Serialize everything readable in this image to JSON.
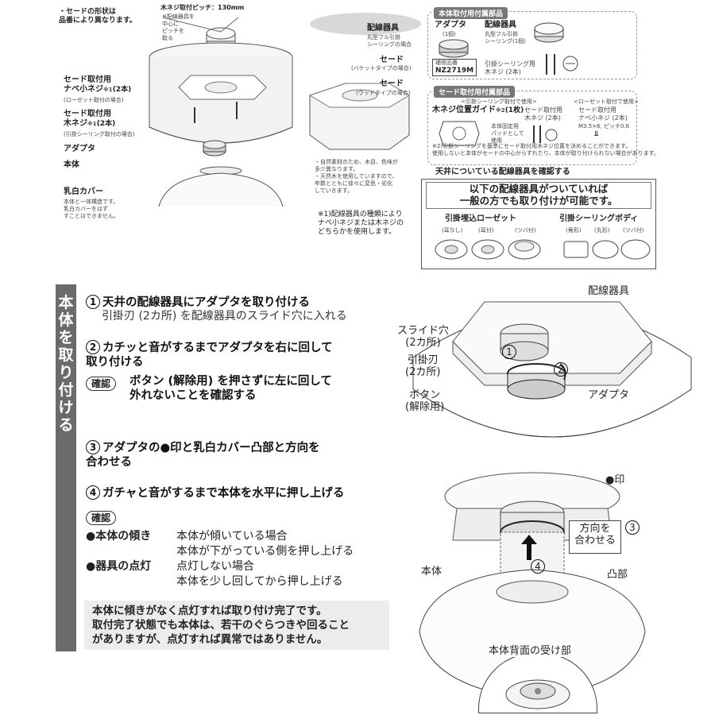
{
  "top_note": "・セードの形状は\n品番により異なります。",
  "pitch": "木ネジ取付ピッチ：130mm",
  "pitch_note": "※配線器具を\n中心に\nピッチを\n取る",
  "left_labels": {
    "shade_nut": "セード取付用\nナベ小ネジ",
    "shade_nut_sup": "※1",
    "shade_nut_qty": "(2本)",
    "shade_nut_note": "(ローゼット取付の場合)",
    "shade_screw": "セード取付用\n木ネジ",
    "shade_screw_sup": "※1",
    "shade_screw_qty": "(2本)",
    "shade_screw_note": "(引掛シーリング取付の場合)",
    "adapter": "アダプタ",
    "body": "本体",
    "cover": "乳白カバー",
    "cover_note": "本体と一体構造です。\n乳白カバーをはず\nすことはできません。"
  },
  "right_labels": {
    "wiring": "配線器具",
    "wiring_note": "丸型フル引掛\nシーリングの場合",
    "shade1": "セード",
    "shade1_note": "(バケットタイプの場合)",
    "shade2": "セード",
    "shade2_note": "(ウッドタイプの場合)",
    "wood_note": "・自然素材のため、木目、色味が\n多少異なります。\n・天然木を使用していますので、\n年数とともに徐々に変色・劣化\nしていきます。",
    "footnote1": "※1)配線器具の種類により\nナベ小ネジまたは木ネジの\nどちらかを使用します。"
  },
  "box_main": {
    "title": "本体取付用付属部品",
    "adapter": "アダプタ",
    "adapter_qty": "(1個)",
    "wiring": "配線器具",
    "wiring_sub": "丸型フル引掛\nシーリング(1個)",
    "spare_label": "補修品番",
    "spare_no": "NZ2719M",
    "screw": "引掛シーリング用\n木ネジ (2本)"
  },
  "box_shade": {
    "title": "セード取付用付属部品",
    "group1": "<引掛シーリング取付で使用>",
    "group2": "<ローゼット取付で使用>",
    "guide": "木ネジ位置ガイド",
    "guide_sup": "※2",
    "guide_qty": "(1枚)",
    "guide_note": "本体固定用\nパッドとして\n使用",
    "wood_screw": "セード取付用\n木ネジ (2本)",
    "nut_screw": "セード取付用\nナベ小ネジ (2本)",
    "nut_spec": "M3.5×6, ピッチ0.6",
    "footnote2": "※2)引掛シーリングを基準にセード取付用木ネジ位置を決めることができます。\n使用しないと本体がセードの中心からずれたり、本体が取り付けられない場合があります。"
  },
  "check_box": {
    "heading": "天井についている配線器具を確認する",
    "headline": "以下の配線器具がついていれば\n一般の方でも取り付けが可能です。",
    "group1": "引掛埋込ローゼット",
    "group1_items": [
      "(耳なし)",
      "(耳付)",
      "(ツバ付)"
    ],
    "group2": "引掛シーリングボディ",
    "group2_items": [
      "(角形)",
      "(丸形)",
      "(ツバ付)"
    ]
  },
  "sidebar_title": "本体を取り付ける",
  "steps": {
    "s1_num": "1",
    "s1": "天井の配線器具にアダプタを取り付ける",
    "s1_sub": "引掛刃 (2カ所) を配線器具のスライド穴に入れる",
    "s2_num": "2",
    "s2": "カチッと音がするまでアダプタを右に回して\n取り付ける",
    "confirm": "確認",
    "confirm1": "ボタン (解除用) を押さずに左に回して\n外れないことを確認する",
    "s3_num": "3",
    "s3": "アダプタの●印と乳白カバー凸部と方向を\n合わせる",
    "s4_num": "4",
    "s4": "ガチャと音がするまで本体を水平に押し上げる",
    "confirm2_rows": [
      {
        "k": "●本体の傾き",
        "v": "本体が傾いている場合\n本体が下がっている側を押し上げる"
      },
      {
        "k": "●器具の点灯",
        "v": "点灯しない場合\n本体を少し回してから押し上げる"
      }
    ],
    "notice": "本体に傾きがなく点灯すれば取り付け完了です。\n取付完了状態でも本体は、若干のぐらつきや回ること\nがありますが、点灯すれば異常ではありません。"
  },
  "diagram1": {
    "wiring": "配線器具",
    "slide": "スライド穴\n(2カ所)",
    "blade": "引掛刃\n(2カ所)",
    "button": "ボタン\n(解除用)",
    "adapter": "アダプタ",
    "n1": "1",
    "n2": "2"
  },
  "diagram2": {
    "dot": "●印",
    "align": "方向を\n合わせる",
    "n3": "3",
    "n4": "4",
    "body": "本体",
    "convex": "凸部",
    "receiver": "本体背面の受け部"
  }
}
